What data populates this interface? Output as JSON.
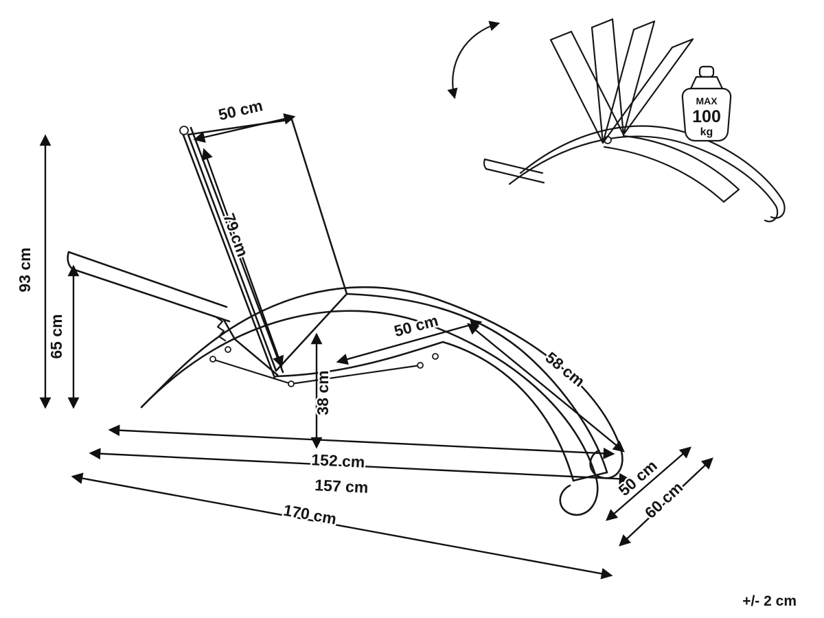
{
  "dims": {
    "d50_top": "50 cm",
    "d79": "79 cm",
    "d93": "93 cm",
    "d65": "65 cm",
    "d50_seat": "50 cm",
    "d58": "58 cm",
    "d38": "38 cm",
    "d152": "152 cm",
    "d157": "157 cm",
    "d170": "170 cm",
    "d50_width": "50 cm",
    "d60_width": "60 cm"
  },
  "weight": {
    "max": "MAX",
    "value": "100",
    "unit": "kg"
  },
  "tolerance": "+/- 2 cm"
}
